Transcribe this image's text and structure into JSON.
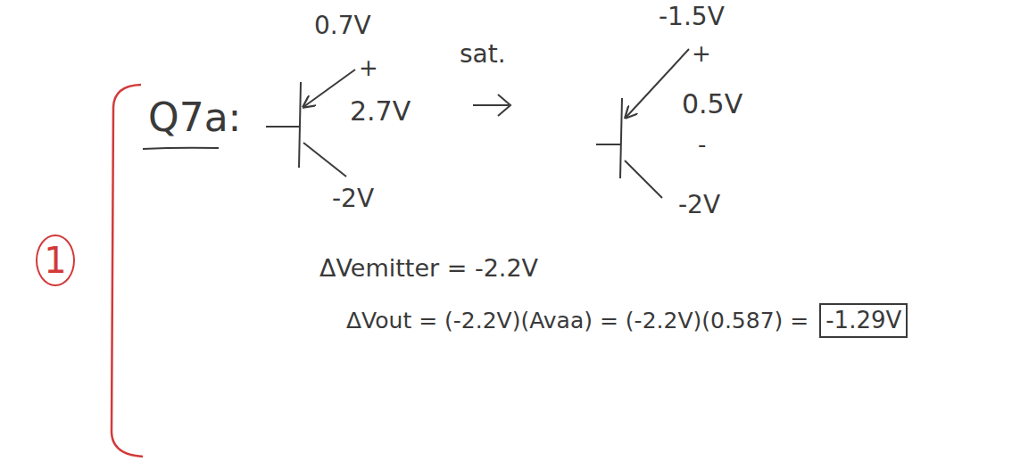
{
  "diagram": {
    "nodes": [
      {
        "text": [
          "1"
        ]
      },
      {
        "text": [
          "-1.29V"
        ]
      }
    ],
    "labels": [
      "Q7a:",
      "0.7V",
      "+",
      "2.7V",
      "-2V",
      "sat.",
      "-1.5V",
      "+",
      "0.5V",
      "-",
      "-2V",
      "ΔVemitter = -2.2V",
      "ΔVout = (-2.2V)(Avaa) = (-2.2V)(0.587) ="
    ]
  }
}
